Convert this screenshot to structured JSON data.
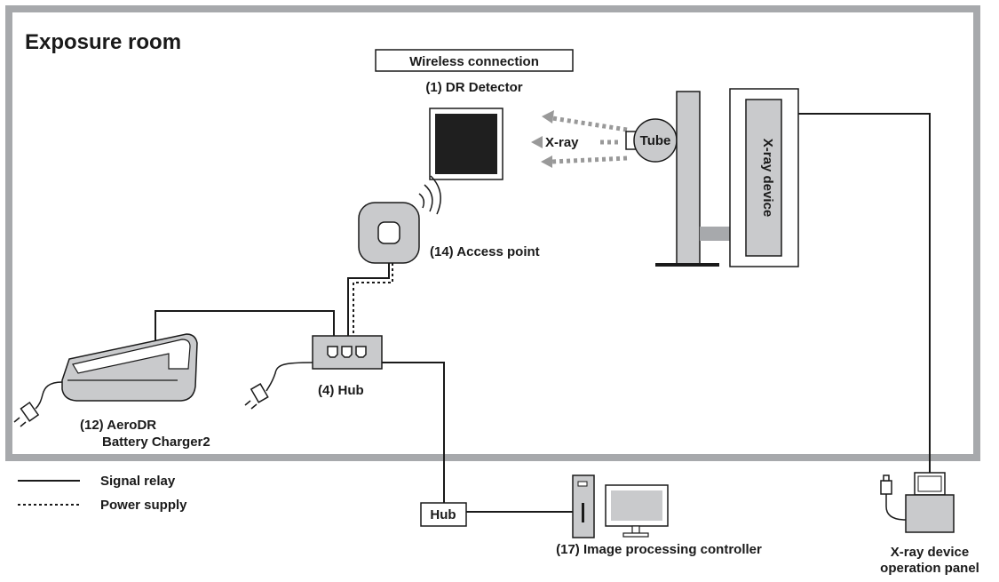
{
  "room": {
    "title": "Exposure room"
  },
  "labels": {
    "wireless": "Wireless connection",
    "detector": "(1) DR Detector",
    "xray_beam": "X-ray",
    "tube": "Tube",
    "xray_device": "X-ray device",
    "access_point": "(14) Access point",
    "hub": "(4) Hub",
    "charger_line1": "(12) AeroDR",
    "charger_line2": "Battery Charger2",
    "hub_outside": "Hub",
    "image_controller": "(17) Image processing controller",
    "panel_line1": "X-ray device",
    "panel_line2": "operation panel"
  },
  "legend": {
    "signal": "Signal relay",
    "power": "Power supply"
  },
  "colors": {
    "room_border": "#a7a9ac",
    "gray_fill": "#c9cacc",
    "dark": "#1a1a1a",
    "arrow": "#999999"
  },
  "icons": [
    "wifi-waves-icon",
    "power-plug-icon",
    "ethernet-port-icon"
  ]
}
